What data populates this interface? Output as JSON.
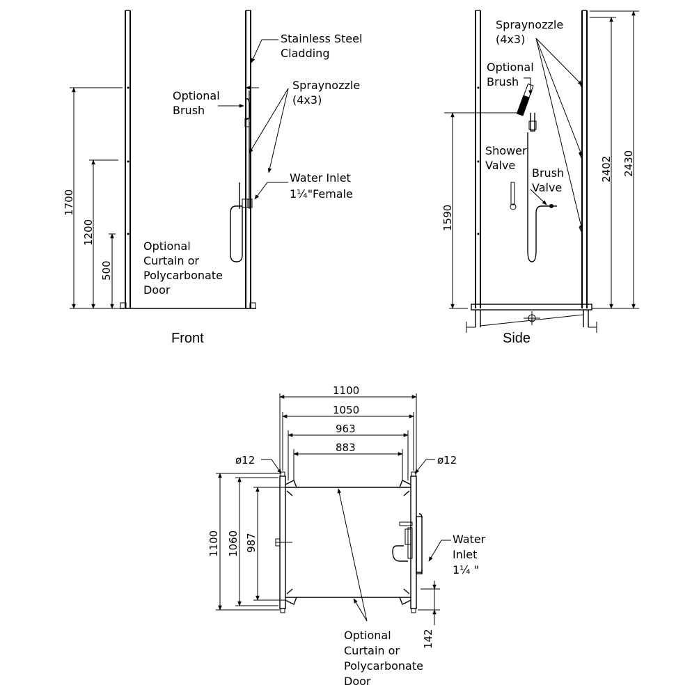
{
  "front": {
    "caption": "Front",
    "cladding": [
      "Stainless Steel",
      "Cladding"
    ],
    "spraynozzle": [
      "Spraynozzle",
      "(4x3)"
    ],
    "brush": [
      "Optional",
      "Brush"
    ],
    "inlet": [
      "Water Inlet",
      "1¼\"Female"
    ],
    "curtain": [
      "Optional",
      "Curtain or",
      "Polycarbonate",
      "Door"
    ],
    "dims": [
      "1700",
      "1200",
      "500"
    ]
  },
  "side": {
    "caption": "Side",
    "spraynozzle": [
      "Spraynozzle",
      "(4x3)"
    ],
    "brush": [
      "Optional",
      "Brush"
    ],
    "shower_valve": [
      "Shower",
      "Valve"
    ],
    "brush_valve": [
      "Brush",
      "Valve"
    ],
    "dims": [
      "1590",
      "2402",
      "2430"
    ]
  },
  "plan": {
    "widths": [
      "1100",
      "1050",
      "963",
      "883"
    ],
    "depths": [
      "1100",
      "1060",
      "987"
    ],
    "dia_left": "ø12",
    "dia_right": "ø12",
    "inlet": [
      "Water",
      "Inlet",
      "1¼  \""
    ],
    "curtain": [
      "Optional",
      "Curtain or",
      "Polycarbonate",
      "Door"
    ],
    "offset": "142"
  }
}
